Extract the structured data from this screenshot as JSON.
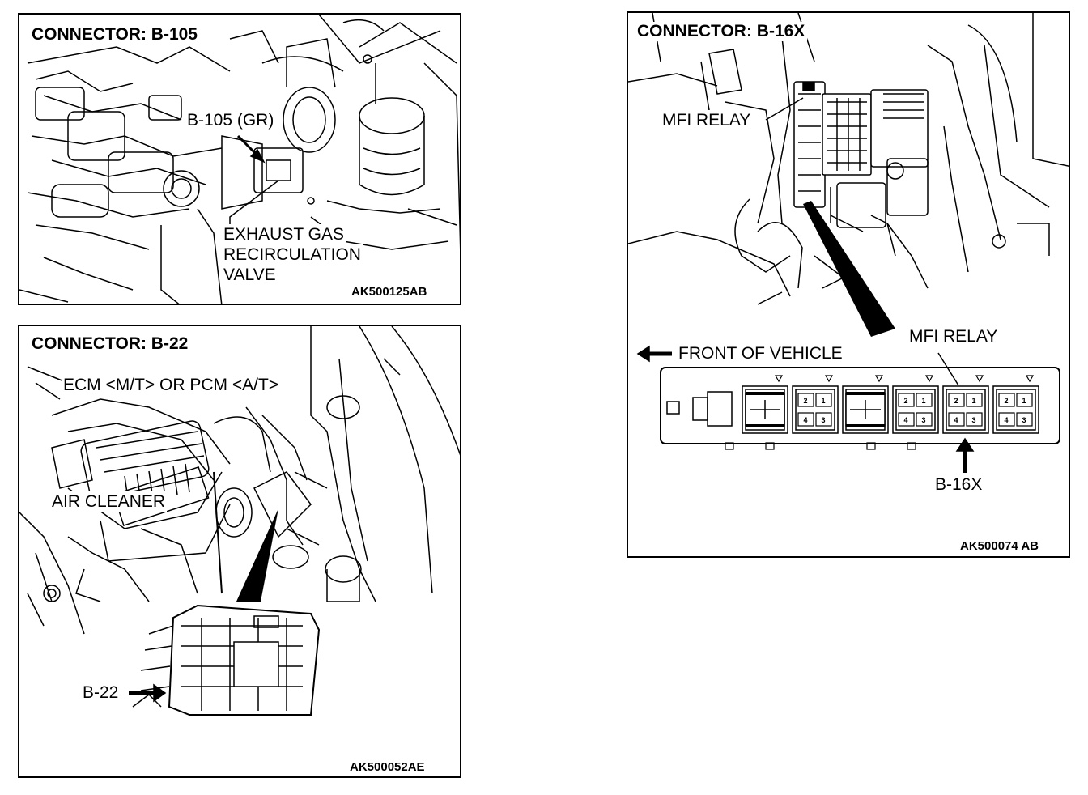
{
  "panels": {
    "b105": {
      "title": "CONNECTOR: B-105",
      "connector_label": "B-105 (GR)",
      "component_lines": [
        "EXHAUST GAS",
        "RECIRCULATION",
        "VALVE"
      ],
      "figure_code": "AK500125AB"
    },
    "b22": {
      "title": "CONNECTOR: B-22",
      "ecm_label": "ECM <M/T> OR PCM <A/T>",
      "air_cleaner_label": "AIR CLEANER",
      "connector_label": "B-22",
      "figure_code": "AK500052AE"
    },
    "b16x": {
      "title": "CONNECTOR: B-16X",
      "relay_label_top": "MFI RELAY",
      "front_label": "FRONT OF VEHICLE",
      "relay_label_detail": "MFI RELAY",
      "connector_label": "B-16X",
      "pin_numbers": [
        "2",
        "1",
        "4",
        "3"
      ],
      "figure_code": "AK500074 AB"
    }
  }
}
